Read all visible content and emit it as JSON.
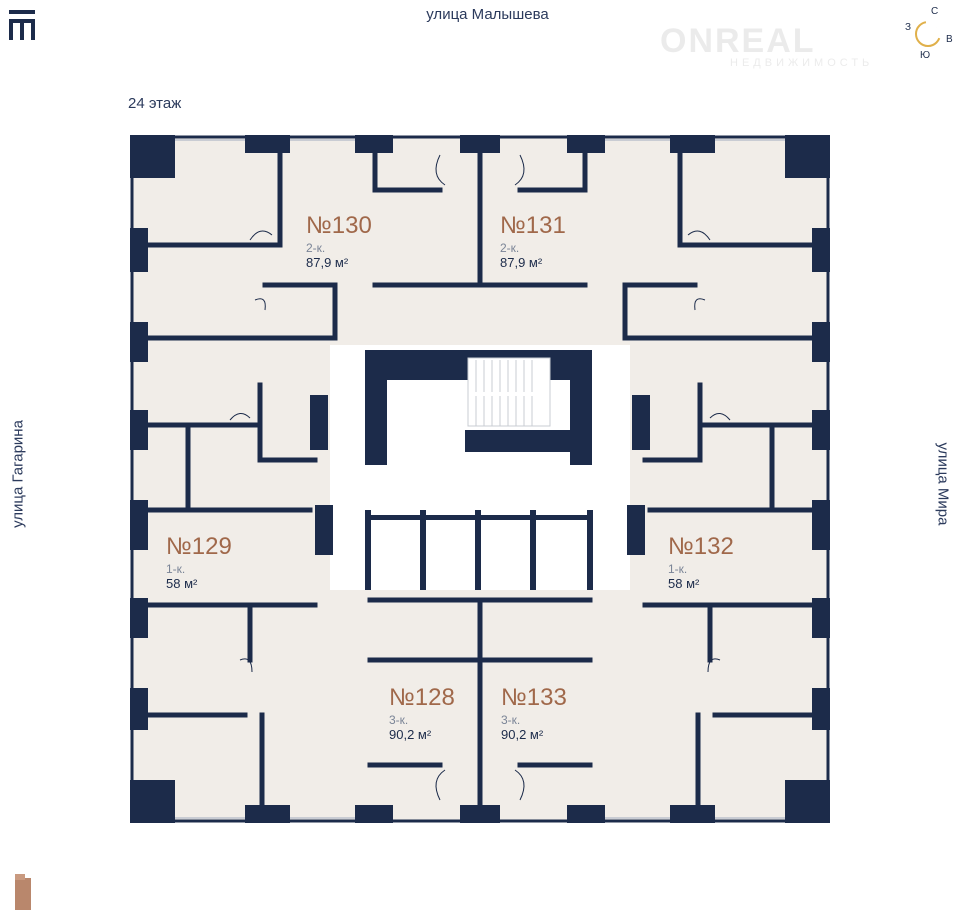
{
  "streets": {
    "top": "улица Малышева",
    "left": "улица Гагарина",
    "right": "улица Мира"
  },
  "floor": "24 этаж",
  "watermark": {
    "title": "ONREAL",
    "subtitle": "НЕДВИЖИМОСТЬ"
  },
  "compass": {
    "north": "С",
    "west": "З",
    "east": "В",
    "south": "Ю"
  },
  "apartments": {
    "a130": {
      "number": "№130",
      "rooms": "2-к.",
      "area": "87,9 м²"
    },
    "a131": {
      "number": "№131",
      "rooms": "2-к.",
      "area": "87,9 м²"
    },
    "a129": {
      "number": "№129",
      "rooms": "1-к.",
      "area": "58 м²"
    },
    "a132": {
      "number": "№132",
      "rooms": "1-к.",
      "area": "58 м²"
    },
    "a128": {
      "number": "№128",
      "rooms": "3-к.",
      "area": "90,2 м²"
    },
    "a133": {
      "number": "№133",
      "rooms": "3-к.",
      "area": "90,2 м²"
    }
  },
  "colors": {
    "wall": "#1c2b4a",
    "floor_fill": "#f1ede8",
    "number_accent": "#a0684a",
    "compass_accent": "#e0b04a"
  }
}
